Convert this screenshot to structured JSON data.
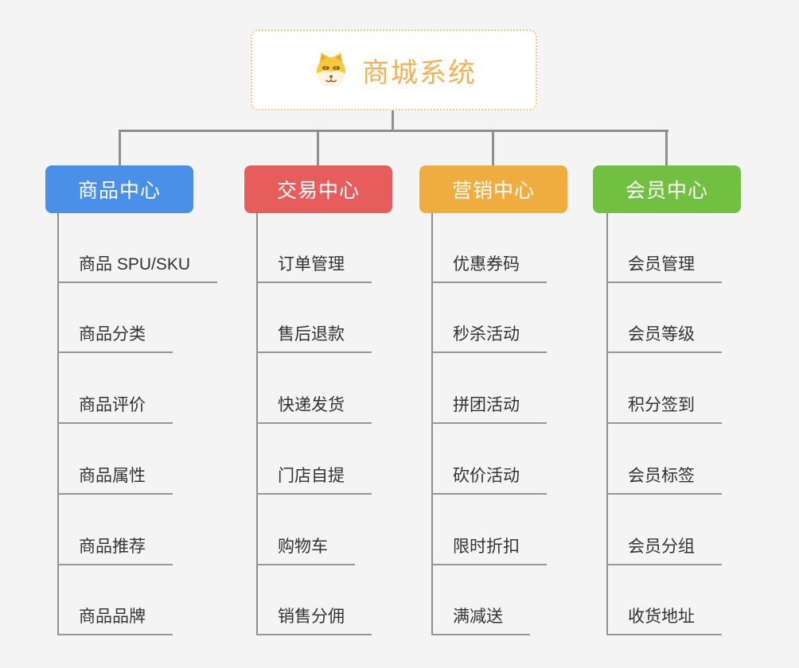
{
  "page": {
    "background": "#F4F4F5",
    "connector_color": "#8F8F8F",
    "item_line_color": "#979797",
    "item_text_color": "#333333"
  },
  "root": {
    "label": "商城系统",
    "icon": "dog-face-icon",
    "text_color": "#F1B254",
    "border_color": "#F3C97E",
    "background": "#FFFFFF"
  },
  "branches": [
    {
      "label": "商品中心",
      "color": "#4A8FE8",
      "items": [
        "商品 SPU/SKU",
        "商品分类",
        "商品评价",
        "商品属性",
        "商品推荐",
        "商品品牌"
      ]
    },
    {
      "label": "交易中心",
      "color": "#E65D5C",
      "items": [
        "订单管理",
        "售后退款",
        "快递发货",
        "门店自提",
        "购物车",
        "销售分佣"
      ]
    },
    {
      "label": "营销中心",
      "color": "#EFAC3F",
      "items": [
        "优惠券码",
        "秒杀活动",
        "拼团活动",
        "砍价活动",
        "限时折扣",
        "满减送"
      ]
    },
    {
      "label": "会员中心",
      "color": "#72C042",
      "items": [
        "会员管理",
        "会员等级",
        "积分签到",
        "会员标签",
        "会员分组",
        "收货地址"
      ]
    }
  ]
}
